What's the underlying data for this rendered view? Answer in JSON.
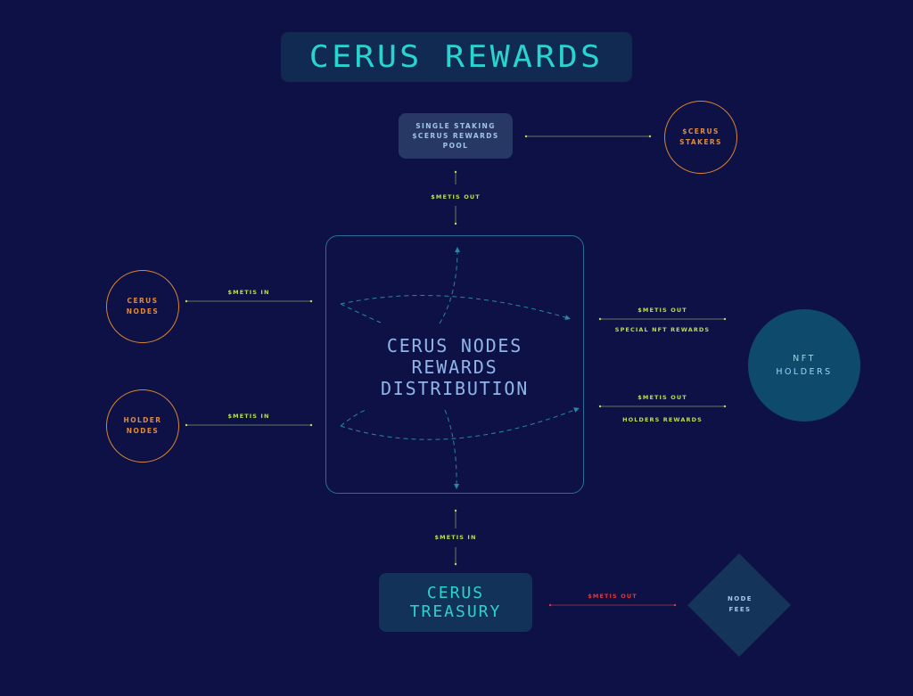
{
  "title": "CERUS REWARDS",
  "pool": {
    "label": "SINGLE STAKING\n$CERUS REWARDS\nPOOL"
  },
  "stakers": {
    "label": "$CERUS\nSTAKERS"
  },
  "distribution": {
    "label": "CERUS NODES\nREWARDS\nDISTRIBUTION"
  },
  "cerus_nodes": {
    "label": "CERUS\nNODES"
  },
  "holder_nodes": {
    "label": "HOLDER\nNODES"
  },
  "nft_holders": {
    "label": "NFT\nHOLDERS"
  },
  "treasury": {
    "label": "CERUS\nTREASURY"
  },
  "node_fees": {
    "label": "NODE\nFEES"
  },
  "flows": {
    "pool_out": "$METIS OUT",
    "cerus_nodes_in": "$METIS IN",
    "holder_nodes_in": "$METIS IN",
    "nft_out": "$METIS OUT",
    "nft_out_desc": "SPECIAL NFT REWARDS",
    "holders_out": "$METIS OUT",
    "holders_out_desc": "HOLDERS REWARDS",
    "treasury_in": "$METIS IN",
    "fees_out": "$METIS OUT"
  },
  "colors": {
    "background": "#0e1145",
    "cyan": "#29d4d0",
    "orange": "#d8852f",
    "green": "#b5e04a",
    "red": "#e3393a",
    "nft_fill": "#0e4a6c"
  }
}
